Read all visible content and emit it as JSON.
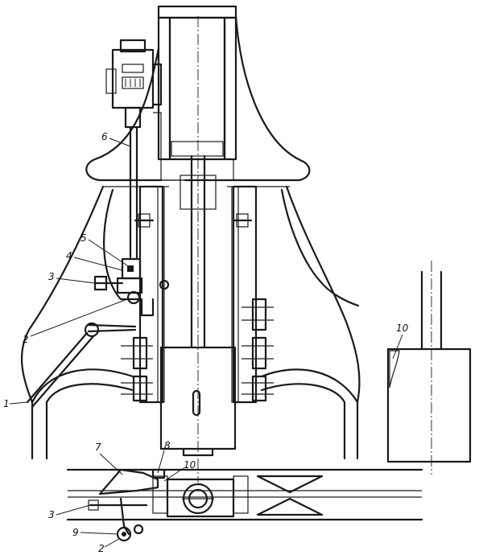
{
  "figure": {
    "main_labels": [
      "1",
      "2",
      "3",
      "4",
      "5",
      "6"
    ],
    "detail_label": "10",
    "plan_labels": [
      "7",
      "8",
      "10",
      "3",
      "9",
      "2"
    ]
  }
}
